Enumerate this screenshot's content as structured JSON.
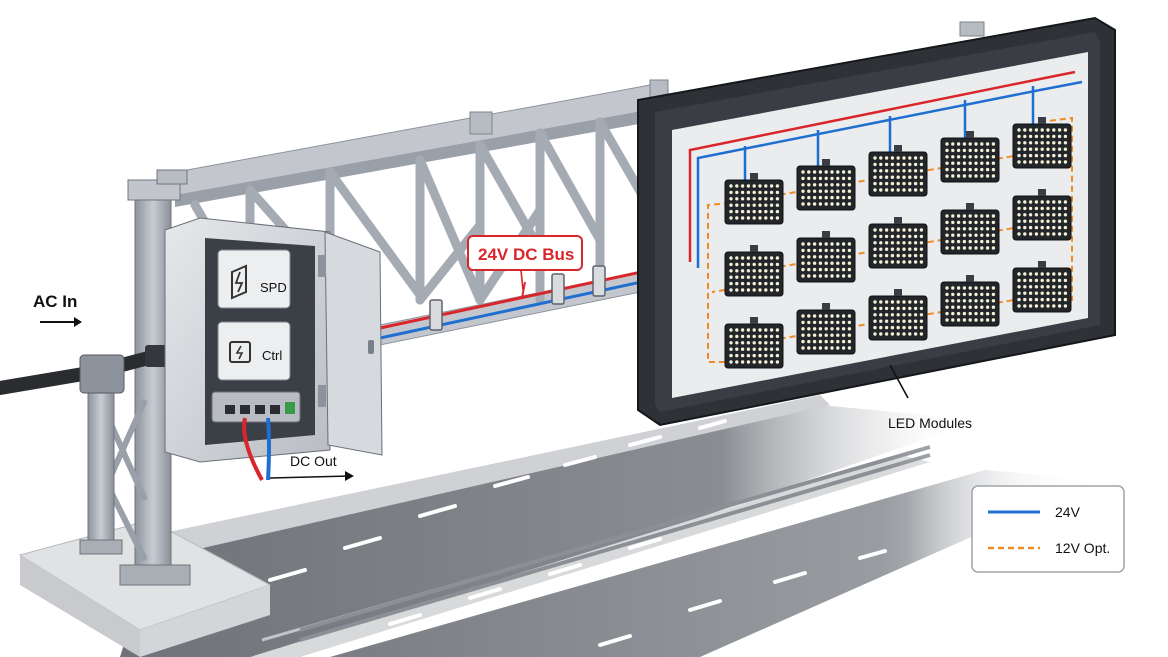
{
  "labels": {
    "ac_in": "AC In",
    "spd": "SPD",
    "ctrl": "Ctrl",
    "dc_out": "DC Out",
    "dc_bus": "24V DC Bus",
    "led_modules": "LED Modules"
  },
  "legend": {
    "items": [
      {
        "label": "24V",
        "color": "#1f6fd1",
        "style": "solid"
      },
      {
        "label": "12V Opt.",
        "color": "#f08a24",
        "style": "dashed"
      }
    ]
  },
  "colors": {
    "positive_wire": "#d9262b",
    "bus_24v": "#1f6fd1",
    "bus_12v_optional": "#f08a24",
    "steel": "#a7adb6",
    "sign_frame": "#2e3136",
    "road": "#7d8086"
  },
  "led_modules": {
    "rows": 3,
    "columns": 5
  }
}
